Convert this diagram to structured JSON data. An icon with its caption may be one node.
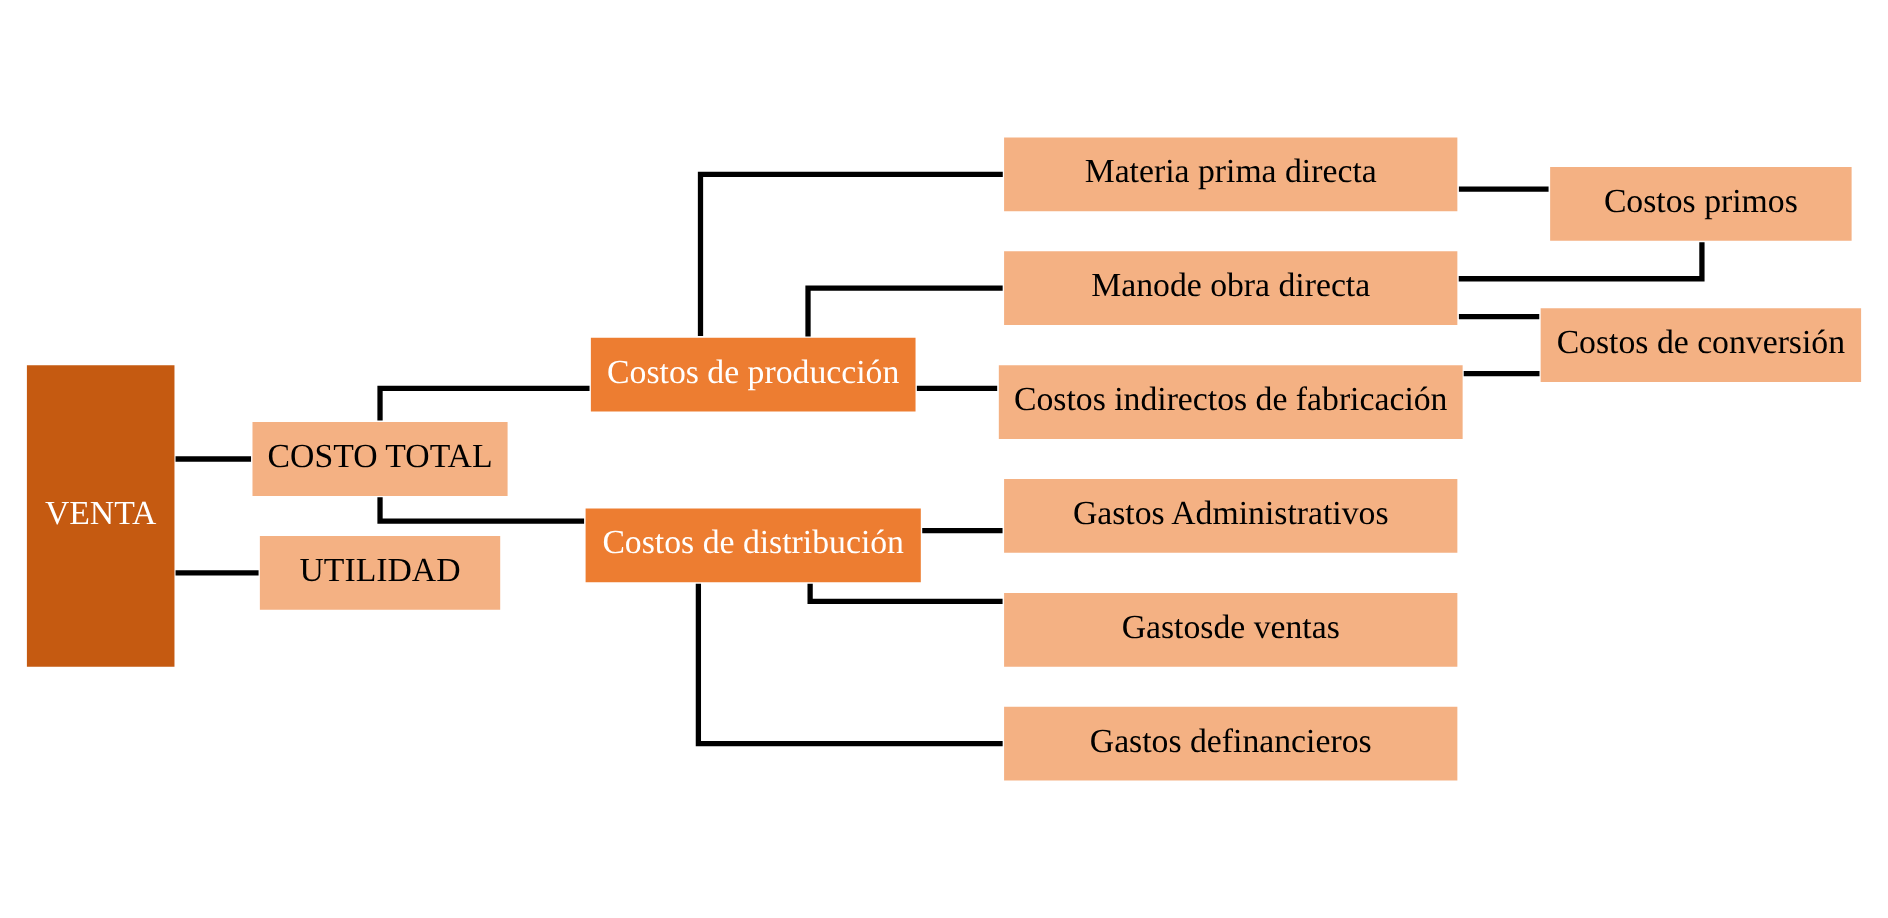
{
  "diagram": {
    "nodes": [
      {
        "text": [
          "VENTA"
        ]
      },
      {
        "text": [
          "COSTO TOTAL"
        ]
      },
      {
        "text": [
          "UTILIDAD"
        ]
      },
      {
        "text": [
          "Costos de producción"
        ]
      },
      {
        "text": [
          "Costos de distribución"
        ]
      },
      {
        "text": [
          "Materia prima directa"
        ]
      },
      {
        "text": [
          "Manode obra directa"
        ]
      },
      {
        "text": [
          "Costos indirectos de fabricación"
        ]
      },
      {
        "text": [
          "Costos primos"
        ]
      },
      {
        "text": [
          "Costos de conversión"
        ]
      },
      {
        "text": [
          "Gastos Administrativos"
        ]
      },
      {
        "text": [
          "Gastosde ventas"
        ]
      },
      {
        "text": [
          "Gastos definancieros"
        ]
      }
    ],
    "edges": [
      {
        "from": 0,
        "to": 1,
        "arrow": "none"
      },
      {
        "from": 0,
        "to": 2,
        "arrow": "none"
      },
      {
        "from": 1,
        "to": 3,
        "arrow": "none"
      },
      {
        "from": 1,
        "to": 4,
        "arrow": "none"
      },
      {
        "from": 3,
        "to": 5,
        "arrow": "none"
      },
      {
        "from": 3,
        "to": 6,
        "arrow": "none"
      },
      {
        "from": 3,
        "to": 7,
        "arrow": "none"
      },
      {
        "from": 5,
        "to": 8,
        "arrow": "none"
      },
      {
        "from": 6,
        "to": 8,
        "arrow": "none"
      },
      {
        "from": 6,
        "to": 9,
        "arrow": "none"
      },
      {
        "from": 7,
        "to": 9,
        "arrow": "none"
      },
      {
        "from": 4,
        "to": 10,
        "arrow": "none"
      },
      {
        "from": 4,
        "to": 11,
        "arrow": "none"
      },
      {
        "from": 4,
        "to": 12,
        "arrow": "none"
      }
    ]
  }
}
